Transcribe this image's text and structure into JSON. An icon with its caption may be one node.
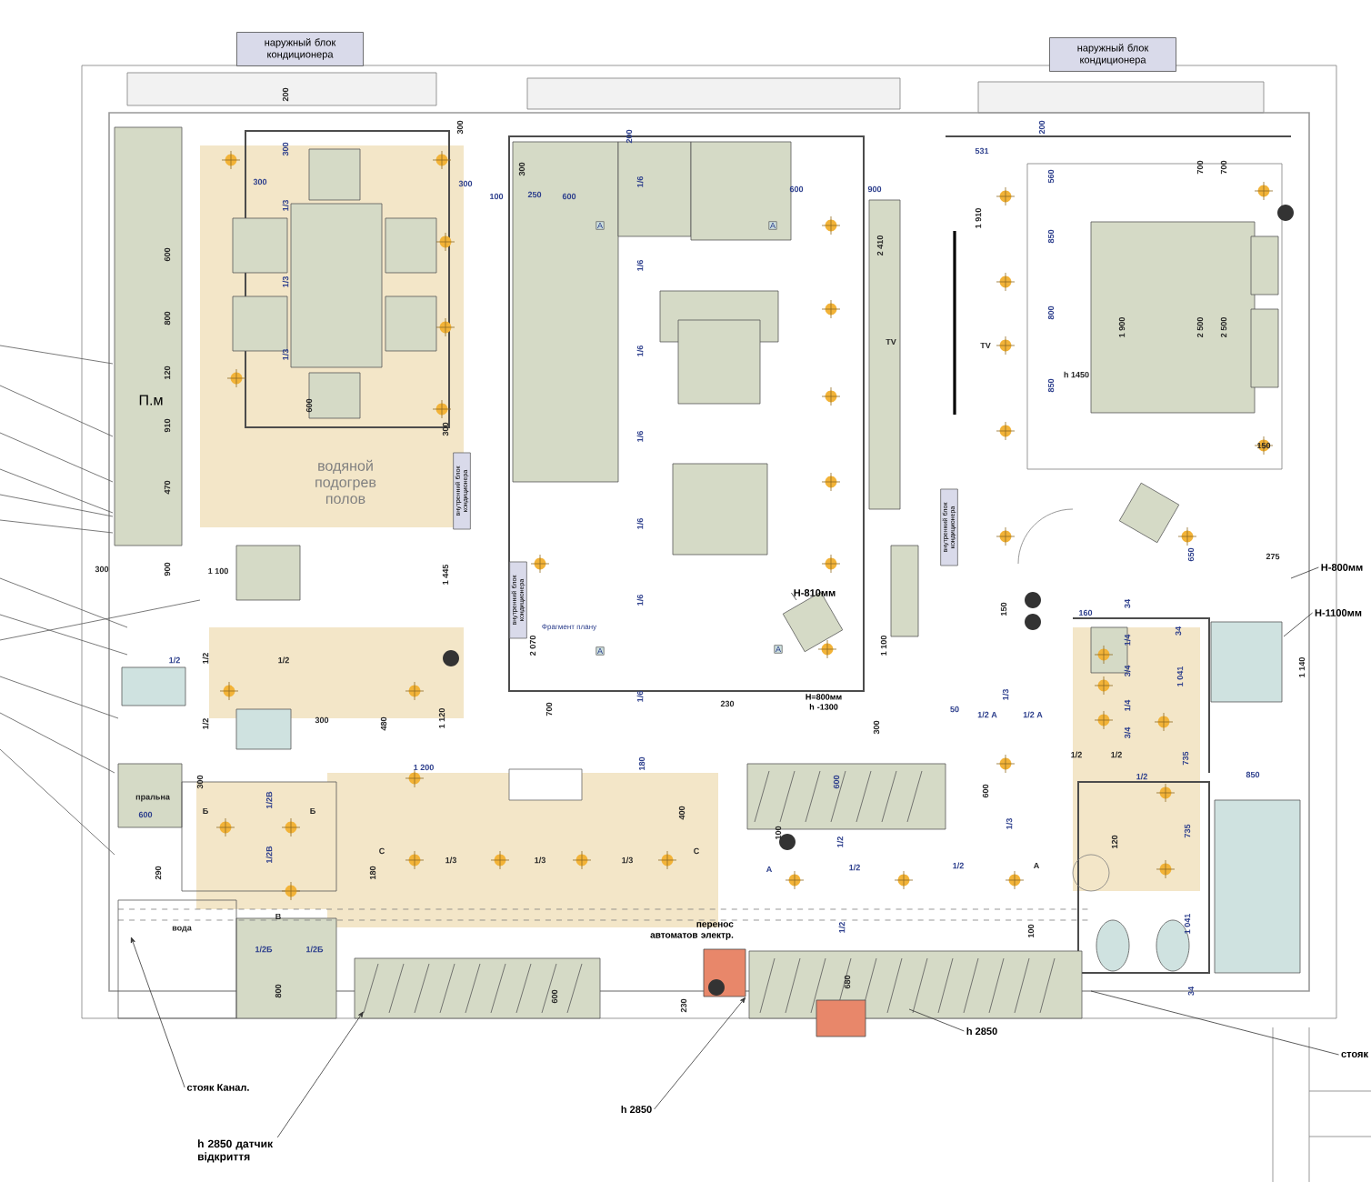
{
  "diagram": {
    "nodes": [
      {
        "text": [
          "наружный блок кондиционера"
        ]
      },
      {
        "text": [
          "наружный блок кондиционера"
        ]
      },
      {
        "text": [
          "внутренний блок кондиционера"
        ]
      },
      {
        "text": [
          "внутренний блок кондиционера"
        ]
      },
      {
        "text": [
          "внутренний блок кондиционера"
        ]
      },
      {
        "text": [
          "H-810мм"
        ]
      },
      {
        "text": [
          "h 2850"
        ]
      },
      {
        "text": [
          "h 2850"
        ]
      },
      {
        "text": [
          "стояк Канал."
        ]
      },
      {
        "text": [
          "h 2850 датчик відкриття"
        ]
      },
      {
        "text": [
          "стояк"
        ]
      },
      {
        "text": [
          "H-800мм"
        ]
      },
      {
        "text": [
          "H-1100мм"
        ]
      },
      {
        "text": [],
        "shape": "box"
      }
    ],
    "edges": [
      {
        "from": 5,
        "to": null,
        "arrow": "none"
      },
      {
        "from": 6,
        "to": 13,
        "arrow": "to"
      },
      {
        "from": 7,
        "to": null,
        "arrow": "none"
      },
      {
        "from": 8,
        "to": null,
        "arrow": "to"
      },
      {
        "from": 9,
        "to": null,
        "arrow": "to"
      },
      {
        "from": 10,
        "to": null,
        "arrow": "none"
      },
      {
        "from": 11,
        "to": null,
        "arrow": "none"
      },
      {
        "from": 12,
        "to": null,
        "arrow": "none"
      }
    ],
    "labels": [
      "200",
      "300",
      "300",
      "300",
      "300",
      "1/3",
      "600",
      "1/3",
      "800",
      "1/3",
      "120",
      "П.м",
      "600",
      "910",
      "300",
      "водяной подогрев полов",
      "470",
      "300",
      "900",
      "1 100",
      "1 445",
      "200",
      "300",
      "100",
      "250",
      "600",
      "1/6",
      "600",
      "900",
      "A",
      "A",
      "2 410",
      "1/6",
      "TV",
      "1/6",
      "1/6",
      "1/6",
      "200",
      "531",
      "700",
      "700",
      "560",
      "1 910",
      "850",
      "800",
      "1 900",
      "2 500",
      "2 500",
      "TV",
      "h 1450",
      "850",
      "150",
      "650",
      "275",
      "1/6",
      "Фрагмент плану",
      "2 070",
      "A",
      "A",
      "1 100",
      "1/6",
      "700",
      "230",
      "H=800мм h -1300",
      "300",
      "1/2",
      "1/2",
      "1/2",
      "300",
      "480",
      "1 120",
      "1/2",
      "180",
      "300",
      "1 200",
      "600",
      "пральна",
      "600",
      "Б",
      "1/2В",
      "Б",
      "400",
      "100",
      "C",
      "1/3",
      "1/3",
      "1/3",
      "C",
      "180",
      "1/2В",
      "A",
      "1/2",
      "1/2",
      "290",
      "В",
      "1/2",
      "вода",
      "1/2Б",
      "1/2Б",
      "800",
      "600",
      "680",
      "230",
      "перенос автоматов электр.",
      "150",
      "160",
      "34",
      "1/4",
      "34",
      "3/4",
      "1 041",
      "1 140",
      "1/4",
      "50",
      "1/2 A",
      "1/2 A",
      "1/3",
      "3/4",
      "1/2",
      "1/2",
      "1/2",
      "735",
      "850",
      "600",
      "1/3",
      "120",
      "735",
      "1/2",
      "A",
      "100",
      "1 041",
      "34"
    ]
  }
}
